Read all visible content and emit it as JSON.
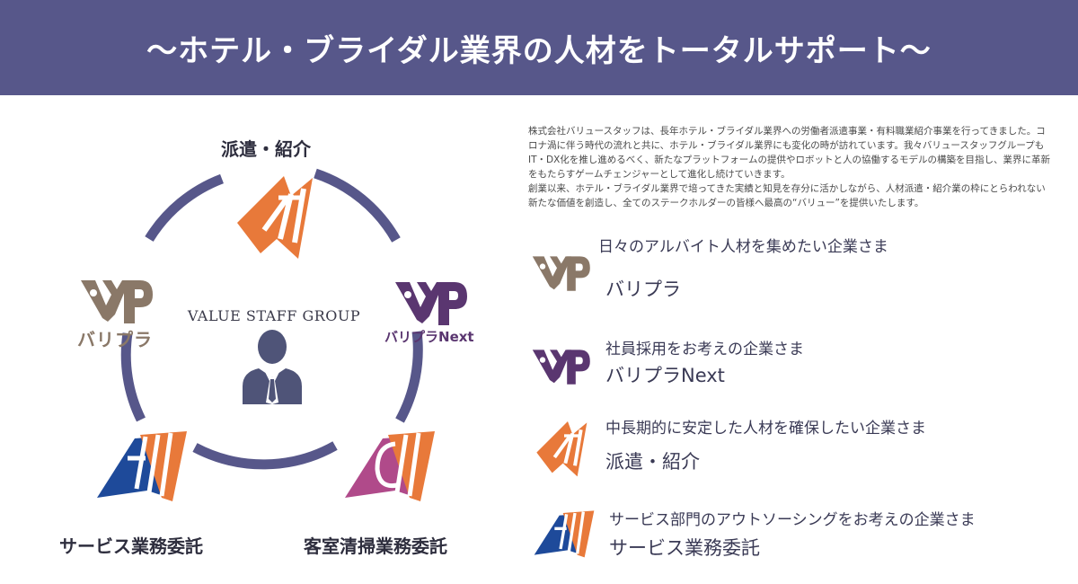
{
  "header": {
    "title": "〜ホテル・ブライダル業界の人材をトータルサポート〜"
  },
  "diagram": {
    "center_title": "VALUE STAFF GROUP",
    "nodes": {
      "top": "派遣・紹介",
      "bottom_left": "サービス業務委託",
      "bottom_right": "客室清掃業務委託"
    },
    "logos": {
      "baripura": "バリプラ",
      "baripura_next_a": "バリプラ",
      "baripura_next_b": "Next"
    }
  },
  "description": "株式会社バリュースタッフは、長年ホテル・ブライダル業界への労働者派遣事業・有料職業紹介事業を行ってきました。コロナ渦に伴う時代の流れと共に、ホテル・ブライダル業界にも変化の時が訪れています。我々バリュースタッフグループもIT・DX化を推し進めるべく、新たなプラットフォームの提供やロボットと人の協働するモデルの構築を目指し、業界に革新をもたらすゲームチェンジャーとして進化し続けていきます。\n創業以来、ホテル・ブライダル業界で培ってきた実績と知見を存分に活かしながら、人材派遣・紹介業の枠にとらわれない新たな価値を創造し、全てのステークホルダーの皆様へ最高の“バリュー”を提供いたします。",
  "services": [
    {
      "subtitle": "日々のアルバイト人材を集めたい企業さま",
      "name": "バリプラ"
    },
    {
      "subtitle": "社員採用をお考えの企業さま",
      "name": "バリプラNext"
    },
    {
      "subtitle": "中長期的に安定した人材を確保したい企業さま",
      "name": "派遣・紹介"
    },
    {
      "subtitle": "サービス部門のアウトソーシングをお考えの企業さま",
      "name": "サービス業務委託"
    }
  ],
  "colors": {
    "header_bg": "#57578a",
    "ring": "#57578a",
    "orange": "#e8793a",
    "baripura_brown": "#8a7868",
    "baripura_next_purple": "#5a3670",
    "blue": "#1e4a9a",
    "magenta": "#b04a8a"
  }
}
